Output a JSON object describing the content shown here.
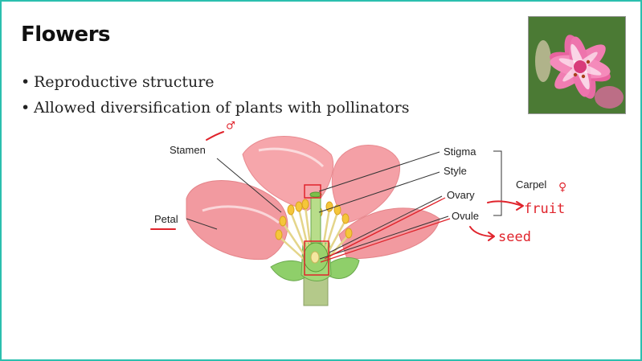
{
  "slide": {
    "title": "Flowers",
    "bullets": [
      "Reproductive structure",
      "Allowed diversification of plants with pollinators"
    ],
    "bullet_glyph": "•"
  },
  "photo": {
    "subject": "pink stargazer lily"
  },
  "diagram": {
    "labels": {
      "stamen": "Stamen",
      "petal": "Petal",
      "stigma": "Stigma",
      "style": "Style",
      "ovary": "Ovary",
      "ovule": "Ovule",
      "carpel": "Carpel"
    }
  },
  "annotations": {
    "fruit": "fruit",
    "seed": "seed",
    "female_symbol": "♀",
    "male_symbol": "♂"
  },
  "colors": {
    "border": "#2bbfae",
    "ink": "#e0242c",
    "petal": "#f29aa0",
    "sepal": "#8fcf6a"
  }
}
